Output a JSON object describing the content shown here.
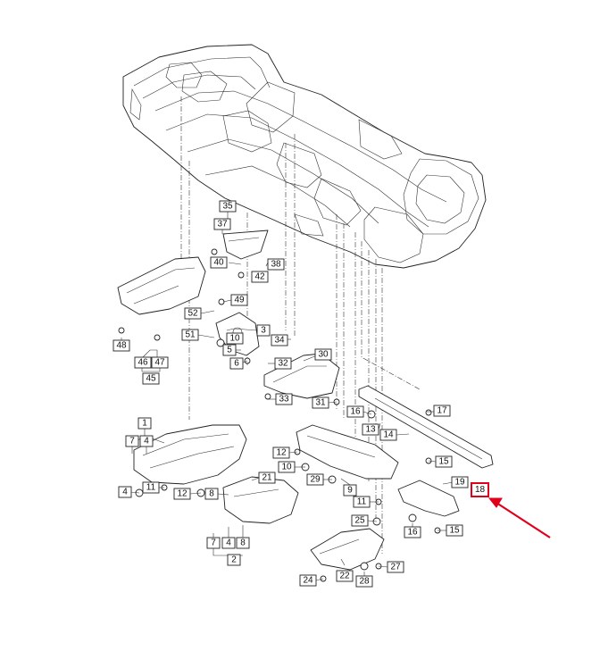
{
  "callouts": [
    {
      "id": "c35",
      "text": "35"
    },
    {
      "id": "c37",
      "text": "37"
    },
    {
      "id": "c40",
      "text": "40"
    },
    {
      "id": "c38",
      "text": "38"
    },
    {
      "id": "c42",
      "text": "42"
    },
    {
      "id": "c49",
      "text": "49"
    },
    {
      "id": "c52",
      "text": "52"
    },
    {
      "id": "c51",
      "text": "51"
    },
    {
      "id": "c10a",
      "text": "10"
    },
    {
      "id": "c3",
      "text": "3"
    },
    {
      "id": "c34",
      "text": "34"
    },
    {
      "id": "c5",
      "text": "5"
    },
    {
      "id": "c6",
      "text": "6"
    },
    {
      "id": "c32",
      "text": "32"
    },
    {
      "id": "c33",
      "text": "33"
    },
    {
      "id": "c30",
      "text": "30"
    },
    {
      "id": "c31",
      "text": "31"
    },
    {
      "id": "c48",
      "text": "48"
    },
    {
      "id": "c46",
      "text": "46"
    },
    {
      "id": "c47",
      "text": "47"
    },
    {
      "id": "c45",
      "text": "45"
    },
    {
      "id": "c16a",
      "text": "16"
    },
    {
      "id": "c17",
      "text": "17"
    },
    {
      "id": "c13",
      "text": "13"
    },
    {
      "id": "c14",
      "text": "14"
    },
    {
      "id": "c15a",
      "text": "15"
    },
    {
      "id": "c19",
      "text": "19"
    },
    {
      "id": "c16b",
      "text": "16"
    },
    {
      "id": "c15b",
      "text": "15"
    },
    {
      "id": "c1",
      "text": "1"
    },
    {
      "id": "c7a",
      "text": "7"
    },
    {
      "id": "c4a",
      "text": "4"
    },
    {
      "id": "c4b",
      "text": "4"
    },
    {
      "id": "c11a",
      "text": "11"
    },
    {
      "id": "c12a",
      "text": "12"
    },
    {
      "id": "c8a",
      "text": "8"
    },
    {
      "id": "c21",
      "text": "21"
    },
    {
      "id": "c7b",
      "text": "7"
    },
    {
      "id": "c4c",
      "text": "4"
    },
    {
      "id": "c8b",
      "text": "8"
    },
    {
      "id": "c2",
      "text": "2"
    },
    {
      "id": "c12b",
      "text": "12"
    },
    {
      "id": "c10b",
      "text": "10"
    },
    {
      "id": "c29",
      "text": "29"
    },
    {
      "id": "c9",
      "text": "9"
    },
    {
      "id": "c11b",
      "text": "11"
    },
    {
      "id": "c25",
      "text": "25"
    },
    {
      "id": "c22",
      "text": "22"
    },
    {
      "id": "c24",
      "text": "24"
    },
    {
      "id": "c28",
      "text": "28"
    },
    {
      "id": "c27",
      "text": "27"
    }
  ],
  "highlight": {
    "text": "18",
    "color": "#e0001b"
  }
}
